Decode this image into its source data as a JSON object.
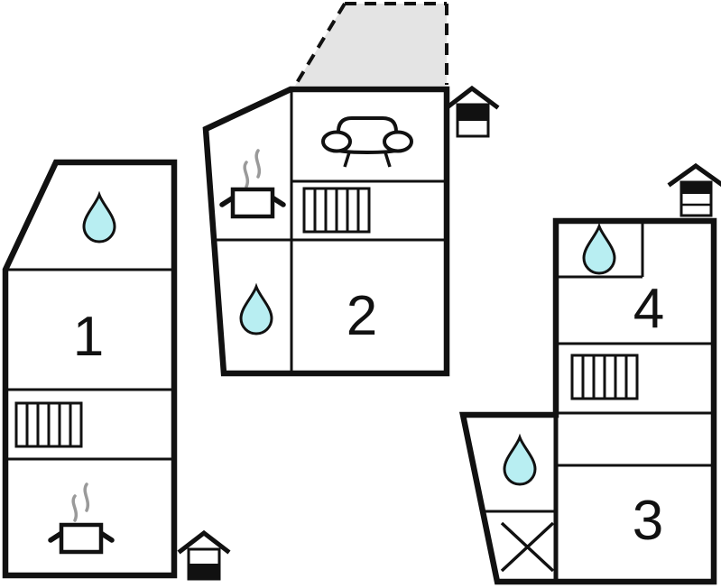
{
  "colors": {
    "background": "#ffffff",
    "wall": "#111111",
    "drop_fill": "#b8eef2",
    "terrace_fill": "#e4e4e4",
    "steam": "#9a9a9a",
    "label": "#111111"
  },
  "units": [
    {
      "label": "1",
      "icons": [
        "water-drop-icon",
        "stairs-icon",
        "cooking-pot-icon"
      ],
      "entrance_marker": "house-two-storey-lower-filled"
    },
    {
      "label": "2",
      "icons": [
        "sofa-icon",
        "stairs-icon",
        "cooking-pot-icon",
        "water-drop-icon",
        "terrace-dashed-area"
      ],
      "entrance_marker": "house-two-storey-upper-filled"
    },
    {
      "label": "3",
      "icons": [
        "water-drop-icon",
        "crossed-room-icon"
      ],
      "entrance_marker": "house-three-storey-top-filled"
    },
    {
      "label": "4",
      "icons": [
        "water-drop-icon",
        "stairs-icon"
      ],
      "entrance_marker": ""
    }
  ]
}
